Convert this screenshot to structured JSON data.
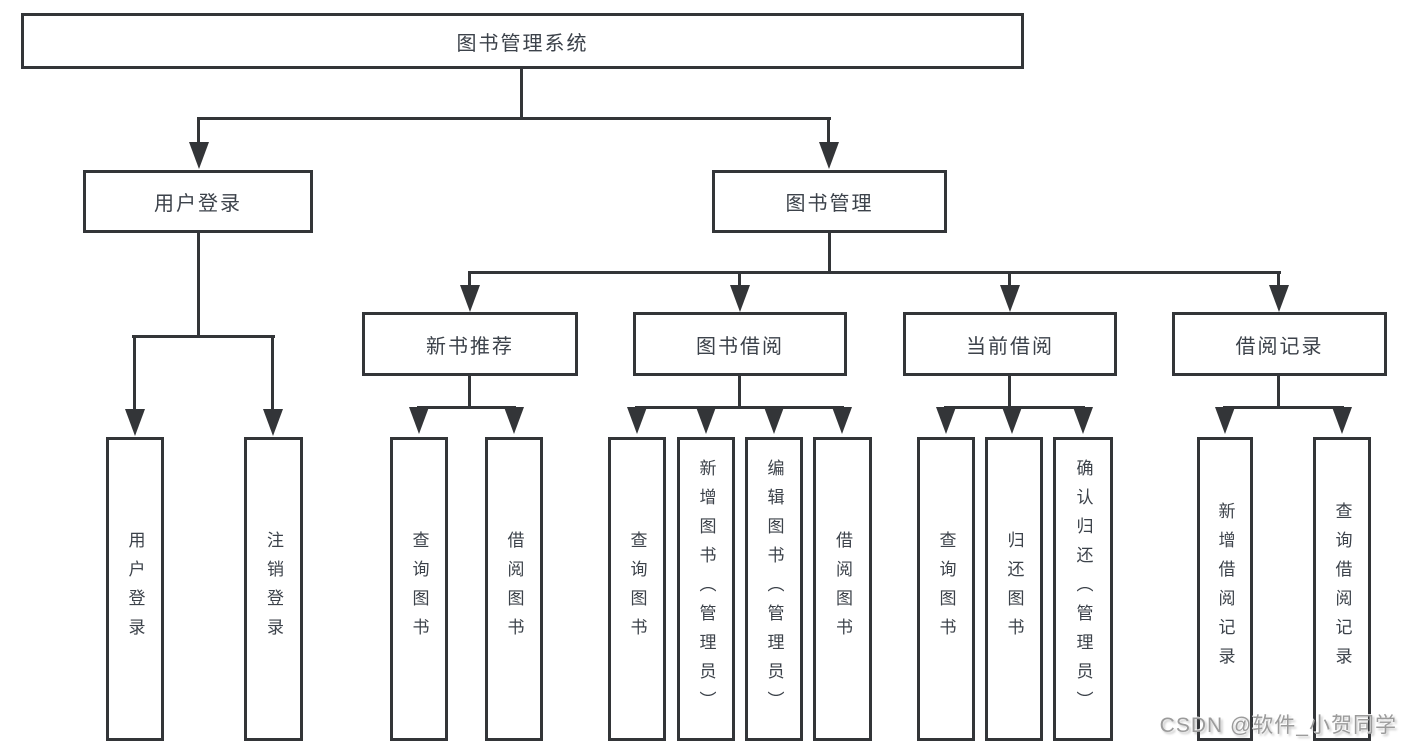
{
  "diagram": {
    "root": {
      "label": "图书管理系统"
    },
    "branches": [
      {
        "label": "用户登录",
        "children": [
          {
            "label": "用户登录"
          },
          {
            "label": "注销登录"
          }
        ]
      },
      {
        "label": "图书管理",
        "children": [
          {
            "label": "新书推荐",
            "children": [
              {
                "label": "查询图书"
              },
              {
                "label": "借阅图书"
              }
            ]
          },
          {
            "label": "图书借阅",
            "children": [
              {
                "label": "查询图书"
              },
              {
                "label": "新增图书（管理员）"
              },
              {
                "label": "编辑图书（管理员）"
              },
              {
                "label": "借阅图书"
              }
            ]
          },
          {
            "label": "当前借阅",
            "children": [
              {
                "label": "查询图书"
              },
              {
                "label": "归还图书"
              },
              {
                "label": "确认归还（管理员）"
              }
            ]
          },
          {
            "label": "借阅记录",
            "children": [
              {
                "label": "新增借阅记录"
              },
              {
                "label": "查询借阅记录"
              }
            ]
          }
        ]
      }
    ]
  },
  "watermark": {
    "text": "CSDN @软件_小贺同学"
  },
  "colors": {
    "line": "#333538",
    "text": "#3c424a",
    "watermark": "#9b9b9b",
    "background": "#ffffff"
  }
}
